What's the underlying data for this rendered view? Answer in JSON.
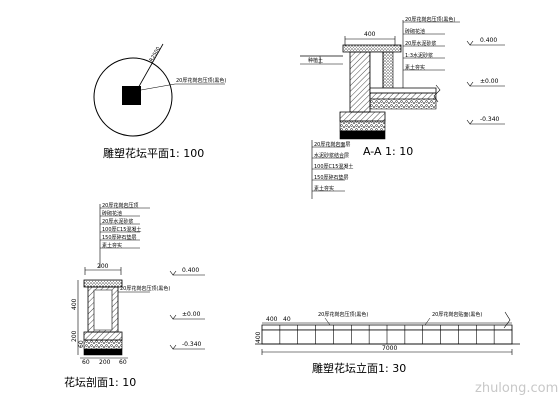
{
  "plan": {
    "title": "雕塑花坛平面1: 100",
    "radius_label": "R2500",
    "leader_note": "20厚花岗岩压顶(黑色)"
  },
  "section_aa": {
    "title": "A-A 1: 10",
    "top_dim": "400",
    "left_note": "种植土",
    "levels": [
      "0.400",
      "±0.00",
      "-0.340"
    ],
    "notes_right": [
      "20厚花岗岩压顶(黑色)",
      "砖砌花池",
      "20厚水泥砂浆",
      "1:3水泥砂浆",
      "素土夯实"
    ],
    "notes_bottom": [
      "20厚花岗岩面层",
      "水泥砂浆结合层",
      "100厚C15混凝土",
      "150厚碎石垫层",
      "素土夯实"
    ]
  },
  "bed_section": {
    "title": "花坛剖面1: 10",
    "dims": [
      "200",
      "400",
      "200",
      "60",
      "60",
      "200",
      "60"
    ],
    "levels": [
      "0.400",
      "±0.00",
      "-0.340"
    ],
    "side_note": "20厚花岗岩压顶(黑色)",
    "notes_top": [
      "20厚花岗岩压顶",
      "砖砌花池",
      "20厚水泥砂浆",
      "100厚C15混凝土",
      "150厚碎石垫层",
      "素土夯实"
    ]
  },
  "elevation": {
    "title": "雕塑花坛立面1: 30",
    "dims": [
      "400",
      "40",
      "400",
      "7000"
    ],
    "note_left": "20厚花岗岩压顶(黑色)",
    "note_right": "20厚花岗岩贴面(黑色)"
  },
  "watermark": "zhulong.com"
}
